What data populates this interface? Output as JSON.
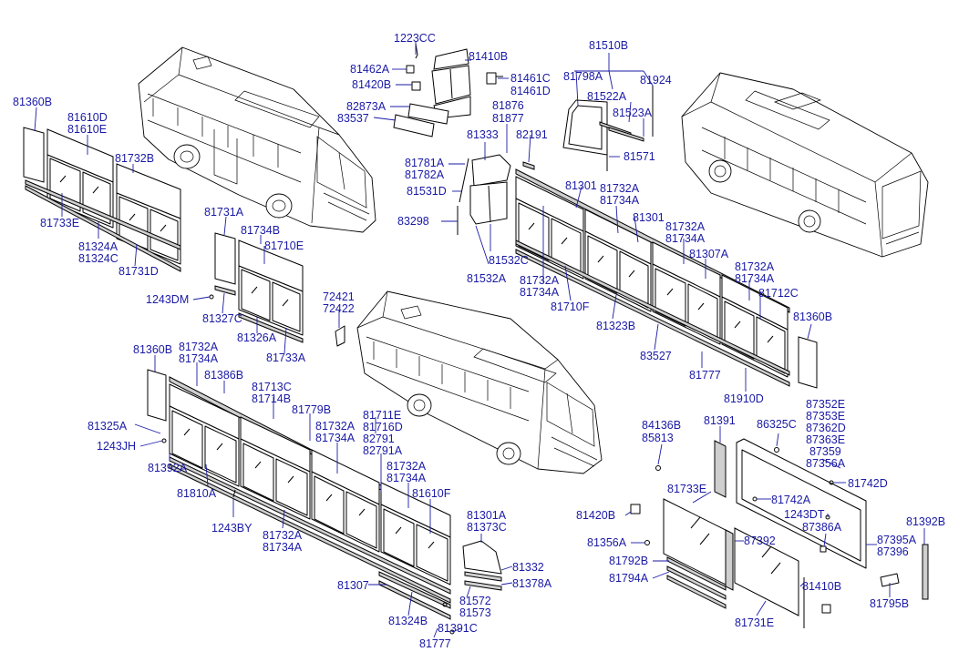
{
  "diagram": {
    "labels": [
      {
        "id": "l-1223cc",
        "text": "1223CC"
      },
      {
        "id": "l-81410b-top",
        "text": "81410B"
      },
      {
        "id": "l-81462a",
        "text": "81462A"
      },
      {
        "id": "l-81420b-top",
        "text": "81420B"
      },
      {
        "id": "l-81461c",
        "text": "81461C"
      },
      {
        "id": "l-81461d",
        "text": "81461D"
      },
      {
        "id": "l-82873a",
        "text": "82873A"
      },
      {
        "id": "l-83537",
        "text": "83537"
      },
      {
        "id": "l-81510b",
        "text": "81510B"
      },
      {
        "id": "l-81798a",
        "text": "81798A"
      },
      {
        "id": "l-81924",
        "text": "81924"
      },
      {
        "id": "l-81522a",
        "text": "81522A"
      },
      {
        "id": "l-81523a",
        "text": "81523A"
      },
      {
        "id": "l-81571",
        "text": "81571"
      },
      {
        "id": "l-81876",
        "text": "81876"
      },
      {
        "id": "l-81877",
        "text": "81877"
      },
      {
        "id": "l-81333",
        "text": "81333"
      },
      {
        "id": "l-82191",
        "text": "82191"
      },
      {
        "id": "l-81781a",
        "text": "81781A"
      },
      {
        "id": "l-81782a",
        "text": "81782A"
      },
      {
        "id": "l-81531d",
        "text": "81531D"
      },
      {
        "id": "l-83298",
        "text": "83298"
      },
      {
        "id": "l-81532c",
        "text": "81532C"
      },
      {
        "id": "l-81532a",
        "text": "81532A"
      },
      {
        "id": "l-81360b-l",
        "text": "81360B"
      },
      {
        "id": "l-81610d",
        "text": "81610D"
      },
      {
        "id": "l-81610e",
        "text": "81610E"
      },
      {
        "id": "l-81732b",
        "text": "81732B"
      },
      {
        "id": "l-81733e-l",
        "text": "81733E"
      },
      {
        "id": "l-81324a",
        "text": "81324A"
      },
      {
        "id": "l-81324c",
        "text": "81324C"
      },
      {
        "id": "l-81731d",
        "text": "81731D"
      },
      {
        "id": "l-81731a",
        "text": "81731A"
      },
      {
        "id": "l-81734b",
        "text": "81734B"
      },
      {
        "id": "l-81710e",
        "text": "81710E"
      },
      {
        "id": "l-1243dm",
        "text": "1243DM"
      },
      {
        "id": "l-81327c",
        "text": "81327C"
      },
      {
        "id": "l-81326a",
        "text": "81326A"
      },
      {
        "id": "l-81733a",
        "text": "81733A"
      },
      {
        "id": "l-72421",
        "text": "72421"
      },
      {
        "id": "l-72422",
        "text": "72422"
      },
      {
        "id": "l-81301-a",
        "text": "81301"
      },
      {
        "id": "l-81732a-a",
        "text": "81732A"
      },
      {
        "id": "l-81734a-a",
        "text": "81734A"
      },
      {
        "id": "l-81301-b",
        "text": "81301"
      },
      {
        "id": "l-81732a-b",
        "text": "81732A"
      },
      {
        "id": "l-81734a-b",
        "text": "81734A"
      },
      {
        "id": "l-81307a",
        "text": "81307A"
      },
      {
        "id": "l-81732a-c",
        "text": "81732A"
      },
      {
        "id": "l-81734a-c",
        "text": "81734A"
      },
      {
        "id": "l-81712c",
        "text": "81712C"
      },
      {
        "id": "l-81732a-d",
        "text": "81732A"
      },
      {
        "id": "l-81734a-d",
        "text": "81734A"
      },
      {
        "id": "l-81710f",
        "text": "81710F"
      },
      {
        "id": "l-81323b",
        "text": "81323B"
      },
      {
        "id": "l-83527",
        "text": "83527"
      },
      {
        "id": "l-81777-r",
        "text": "81777"
      },
      {
        "id": "l-81910d",
        "text": "81910D"
      },
      {
        "id": "l-81360b-r",
        "text": "81360B"
      },
      {
        "id": "l-81360b-b",
        "text": "81360B"
      },
      {
        "id": "l-81732a-e",
        "text": "81732A"
      },
      {
        "id": "l-81734a-e",
        "text": "81734A"
      },
      {
        "id": "l-81386b",
        "text": "81386B"
      },
      {
        "id": "l-81713c",
        "text": "81713C"
      },
      {
        "id": "l-81714b",
        "text": "81714B"
      },
      {
        "id": "l-81779b",
        "text": "81779B"
      },
      {
        "id": "l-81711e",
        "text": "81711E"
      },
      {
        "id": "l-81716d",
        "text": "81716D"
      },
      {
        "id": "l-81732a-f",
        "text": "81732A"
      },
      {
        "id": "l-81734a-f",
        "text": "81734A"
      },
      {
        "id": "l-82791",
        "text": "82791"
      },
      {
        "id": "l-82791a",
        "text": "82791A"
      },
      {
        "id": "l-81325a",
        "text": "81325A"
      },
      {
        "id": "l-1243jh",
        "text": "1243JH"
      },
      {
        "id": "l-81392a",
        "text": "81392A"
      },
      {
        "id": "l-81810a",
        "text": "81810A"
      },
      {
        "id": "l-1243by",
        "text": "1243BY"
      },
      {
        "id": "l-81732a-g",
        "text": "81732A"
      },
      {
        "id": "l-81734a-g",
        "text": "81734A"
      },
      {
        "id": "l-81610f",
        "text": "81610F"
      },
      {
        "id": "l-81732a-h",
        "text": "81732A"
      },
      {
        "id": "l-81734a-h",
        "text": "81734A"
      },
      {
        "id": "l-81307",
        "text": "81307"
      },
      {
        "id": "l-81324b",
        "text": "81324B"
      },
      {
        "id": "l-81777-b",
        "text": "81777"
      },
      {
        "id": "l-81391c",
        "text": "81391C"
      },
      {
        "id": "l-81572",
        "text": "81572"
      },
      {
        "id": "l-81573",
        "text": "81573"
      },
      {
        "id": "l-81301a",
        "text": "81301A"
      },
      {
        "id": "l-81373c",
        "text": "81373C"
      },
      {
        "id": "l-81332",
        "text": "81332"
      },
      {
        "id": "l-81378a",
        "text": "81378A"
      },
      {
        "id": "l-84136b",
        "text": "84136B"
      },
      {
        "id": "l-85813",
        "text": "85813"
      },
      {
        "id": "l-81391",
        "text": "81391"
      },
      {
        "id": "l-86325c",
        "text": "86325C"
      },
      {
        "id": "l-87352e",
        "text": "87352E"
      },
      {
        "id": "l-87353e",
        "text": "87353E"
      },
      {
        "id": "l-87362d",
        "text": "87362D"
      },
      {
        "id": "l-87363e",
        "text": "87363E"
      },
      {
        "id": "l-87359",
        "text": "87359"
      },
      {
        "id": "l-87356a",
        "text": "87356A"
      },
      {
        "id": "l-81742d",
        "text": "81742D"
      },
      {
        "id": "l-81742a",
        "text": "81742A"
      },
      {
        "id": "l-1243dt",
        "text": "1243DT"
      },
      {
        "id": "l-87386a",
        "text": "87386A"
      },
      {
        "id": "l-87395a",
        "text": "87395A"
      },
      {
        "id": "l-87396",
        "text": "87396"
      },
      {
        "id": "l-81392b",
        "text": "81392B"
      },
      {
        "id": "l-81733e-b",
        "text": "81733E"
      },
      {
        "id": "l-81420b-b",
        "text": "81420B"
      },
      {
        "id": "l-81356a",
        "text": "81356A"
      },
      {
        "id": "l-87392",
        "text": "87392"
      },
      {
        "id": "l-81792b",
        "text": "81792B"
      },
      {
        "id": "l-81794a",
        "text": "81794A"
      },
      {
        "id": "l-81410b-b",
        "text": "81410B"
      },
      {
        "id": "l-81731e",
        "text": "81731E"
      },
      {
        "id": "l-81795b",
        "text": "81795B"
      }
    ]
  }
}
